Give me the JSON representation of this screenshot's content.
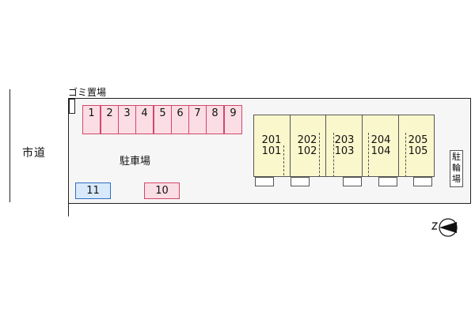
{
  "road_label": "市道",
  "garbage_label": "ゴミ置場",
  "parking_label": "駐車場",
  "parking_spaces": [
    "1",
    "2",
    "3",
    "4",
    "5",
    "6",
    "7",
    "8",
    "9"
  ],
  "space_11": "11",
  "space_10": "10",
  "units": [
    {
      "upper": "201",
      "lower": "101"
    },
    {
      "upper": "202",
      "lower": "102"
    },
    {
      "upper": "203",
      "lower": "103"
    },
    {
      "upper": "204",
      "lower": "104"
    },
    {
      "upper": "205",
      "lower": "105"
    }
  ],
  "bicycle_lines": [
    "駐",
    "輪",
    "場"
  ],
  "colors": {
    "parking_pink": "#fbdde5",
    "parking_blue": "#d8e9fb",
    "building_fill": "#fbf7cc"
  }
}
